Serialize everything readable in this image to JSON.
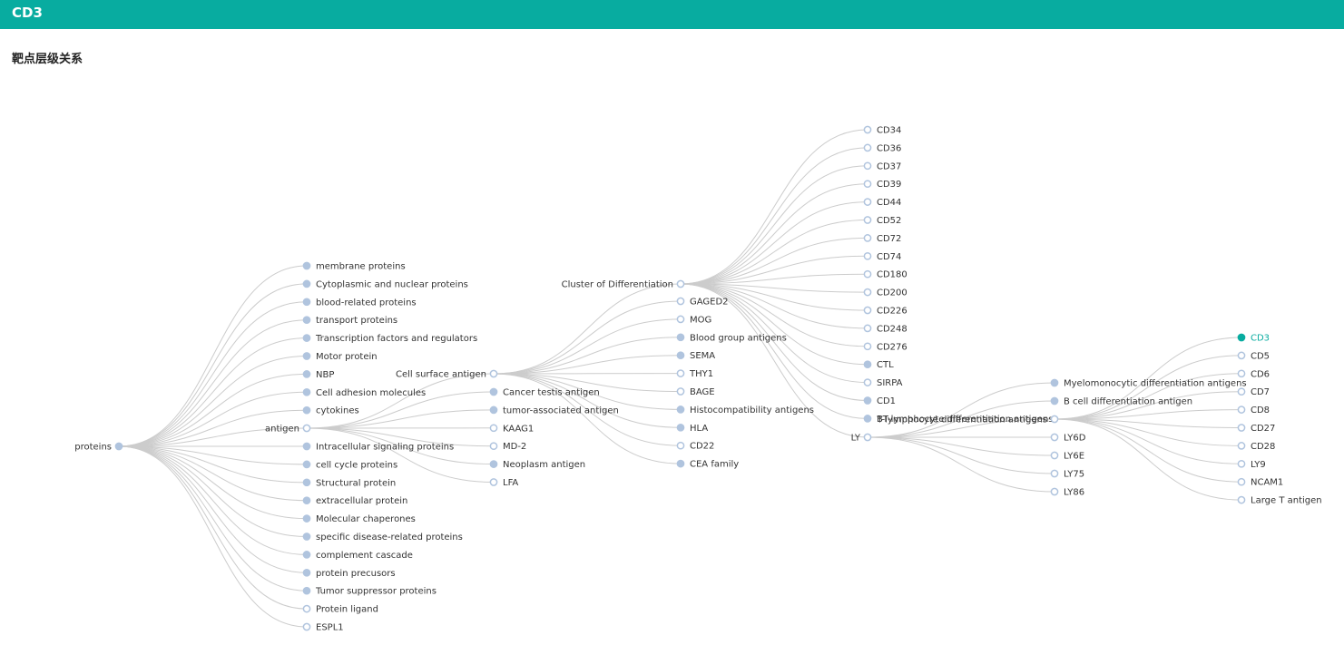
{
  "header": {
    "title": "CD3"
  },
  "section": {
    "title": "靶点层级关系"
  },
  "colors": {
    "accent": "#08aca0",
    "node_fill": "#b0c4de",
    "node_stroke": "#b0c4de",
    "link": "#cccccc"
  },
  "tree": {
    "name": "proteins",
    "collapsed": true,
    "children": [
      {
        "name": "membrane proteins",
        "collapsed": true
      },
      {
        "name": "Cytoplasmic and nuclear proteins",
        "collapsed": true
      },
      {
        "name": "blood-related proteins",
        "collapsed": true
      },
      {
        "name": "transport proteins",
        "collapsed": true
      },
      {
        "name": "Transcription factors and regulators",
        "collapsed": true
      },
      {
        "name": "Motor protein",
        "collapsed": true
      },
      {
        "name": "NBP",
        "collapsed": true
      },
      {
        "name": "Cell adhesion molecules",
        "collapsed": true
      },
      {
        "name": "cytokines",
        "collapsed": true
      },
      {
        "name": "antigen",
        "collapsed": false,
        "children": [
          {
            "name": "Cell surface antigen",
            "collapsed": false,
            "children": [
              {
                "name": "Cluster of Differentiation",
                "collapsed": false,
                "children": [
                  {
                    "name": "CD34",
                    "collapsed": false
                  },
                  {
                    "name": "CD36",
                    "collapsed": false
                  },
                  {
                    "name": "CD37",
                    "collapsed": false
                  },
                  {
                    "name": "CD39",
                    "collapsed": false
                  },
                  {
                    "name": "CD44",
                    "collapsed": false
                  },
                  {
                    "name": "CD52",
                    "collapsed": false
                  },
                  {
                    "name": "CD72",
                    "collapsed": false
                  },
                  {
                    "name": "CD74",
                    "collapsed": false
                  },
                  {
                    "name": "CD180",
                    "collapsed": false
                  },
                  {
                    "name": "CD200",
                    "collapsed": false
                  },
                  {
                    "name": "CD226",
                    "collapsed": false
                  },
                  {
                    "name": "CD248",
                    "collapsed": false
                  },
                  {
                    "name": "CD276",
                    "collapsed": false
                  },
                  {
                    "name": "CTL",
                    "collapsed": true
                  },
                  {
                    "name": "SIRPA",
                    "collapsed": false
                  },
                  {
                    "name": "CD1",
                    "collapsed": true
                  },
                  {
                    "name": "BT-lymphocyte differentiation antigens",
                    "collapsed": true
                  },
                  {
                    "name": "LY",
                    "collapsed": false,
                    "children": [
                      {
                        "name": "Myelomonocytic differentiation antigens",
                        "collapsed": true
                      },
                      {
                        "name": "B cell differentiation antigen",
                        "collapsed": true
                      },
                      {
                        "name": "T-lymphocyte differentiation antigens",
                        "collapsed": false,
                        "children": [
                          {
                            "name": "CD3",
                            "collapsed": false,
                            "selected": true
                          },
                          {
                            "name": "CD5",
                            "collapsed": false
                          },
                          {
                            "name": "CD6",
                            "collapsed": false
                          },
                          {
                            "name": "CD7",
                            "collapsed": false
                          },
                          {
                            "name": "CD8",
                            "collapsed": false
                          },
                          {
                            "name": "CD27",
                            "collapsed": false
                          },
                          {
                            "name": "CD28",
                            "collapsed": false
                          },
                          {
                            "name": "LY9",
                            "collapsed": false
                          },
                          {
                            "name": "NCAM1",
                            "collapsed": false
                          },
                          {
                            "name": "Large T antigen",
                            "collapsed": false
                          }
                        ]
                      },
                      {
                        "name": "LY6D",
                        "collapsed": false
                      },
                      {
                        "name": "LY6E",
                        "collapsed": false
                      },
                      {
                        "name": "LY75",
                        "collapsed": false
                      },
                      {
                        "name": "LY86",
                        "collapsed": false
                      }
                    ]
                  }
                ]
              },
              {
                "name": "GAGED2",
                "collapsed": false
              },
              {
                "name": "MOG",
                "collapsed": false
              },
              {
                "name": "Blood group antigens",
                "collapsed": true
              },
              {
                "name": "SEMA",
                "collapsed": true
              },
              {
                "name": "THY1",
                "collapsed": false
              },
              {
                "name": "BAGE",
                "collapsed": false
              },
              {
                "name": "Histocompatibility antigens",
                "collapsed": true
              },
              {
                "name": "HLA",
                "collapsed": true
              },
              {
                "name": "CD22",
                "collapsed": false
              },
              {
                "name": "CEA family",
                "collapsed": true
              }
            ]
          },
          {
            "name": "Cancer testis antigen",
            "collapsed": true
          },
          {
            "name": "tumor-associated antigen",
            "collapsed": true
          },
          {
            "name": "KAAG1",
            "collapsed": false
          },
          {
            "name": "MD-2",
            "collapsed": false
          },
          {
            "name": "Neoplasm antigen",
            "collapsed": true
          },
          {
            "name": "LFA",
            "collapsed": false
          }
        ]
      },
      {
        "name": "Intracellular signaling proteins",
        "collapsed": true
      },
      {
        "name": "cell cycle proteins",
        "collapsed": true
      },
      {
        "name": "Structural protein",
        "collapsed": true
      },
      {
        "name": "extracellular protein",
        "collapsed": true
      },
      {
        "name": "Molecular chaperones",
        "collapsed": true
      },
      {
        "name": "specific disease-related proteins",
        "collapsed": true
      },
      {
        "name": "complement cascade",
        "collapsed": true
      },
      {
        "name": "protein precusors",
        "collapsed": true
      },
      {
        "name": "Tumor suppressor proteins",
        "collapsed": true
      },
      {
        "name": "Protein ligand",
        "collapsed": false
      },
      {
        "name": "ESPL1",
        "collapsed": false
      }
    ]
  }
}
